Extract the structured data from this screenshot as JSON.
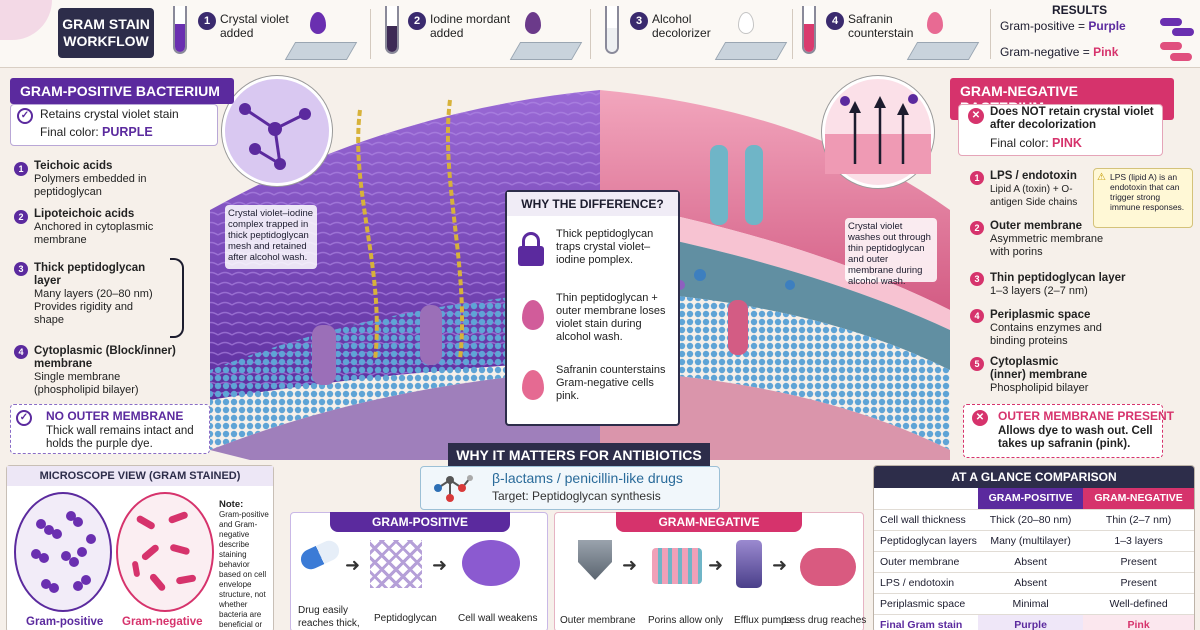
{
  "workflow": {
    "title": "GRAM STAIN WORKFLOW",
    "steps": [
      {
        "number": "1",
        "label": "Crystal violet added"
      },
      {
        "number": "2",
        "label": "Iodine mordant added"
      },
      {
        "number": "3",
        "label": "Alcohol decolorizer"
      },
      {
        "number": "4",
        "label": "Safranin counterstain"
      }
    ]
  },
  "results": {
    "title": "RESULTS",
    "positive_label": "Gram-positive =",
    "positive_value": "Purple",
    "negative_label": "Gram-negative =",
    "negative_value": "Pink"
  },
  "positive": {
    "title": "GRAM-POSITIVE BACTERIUM",
    "retains": "Retains crystal violet stain",
    "final_label": "Final color:",
    "final_value": "PURPLE",
    "callout": "Crystal violet–iodine complex trapped in thick peptidoglycan mesh and retained after alcohol wash.",
    "layers": [
      {
        "number": "1",
        "title": "Teichoic acids",
        "desc": "Polymers embedded in peptidoglycan"
      },
      {
        "number": "2",
        "title": "Lipoteichoic acids",
        "desc": "Anchored in cytoplasmic membrane"
      },
      {
        "number": "3",
        "title": "Thick peptidoglycan layer",
        "desc": "Many layers (20–80 nm) Provides rigidity and shape"
      },
      {
        "number": "4",
        "title": "Cytoplasmic (Block/inner) membrane",
        "desc": "Single membrane (phospholipid bilayer)"
      }
    ],
    "no_outer_title": "NO OUTER MEMBRANE",
    "no_outer_desc": "Thick wall remains intact and holds the purple dye."
  },
  "negative": {
    "title": "GRAM-NEGATIVE BACTERIUM",
    "retains": "Does NOT retain crystal violet after decolorization",
    "final_label": "Final color:",
    "final_value": "PINK",
    "callout": "Crystal violet washes out through thin peptidoglycan and outer membrane during alcohol wash.",
    "lps_note": "LPS (lipid A) is an endotoxin that can trigger strong immune responses.",
    "layers": [
      {
        "number": "1",
        "title": "LPS / endotoxin",
        "desc": "Lipid A (toxin) + O-antigen Side chains"
      },
      {
        "number": "2",
        "title": "Outer membrane",
        "desc": "Asymmetric membrane with porins"
      },
      {
        "number": "3",
        "title": "Thin peptidoglycan layer",
        "desc": "1–3 layers (2–7 nm)"
      },
      {
        "number": "4",
        "title": "Periplasmic space",
        "desc": "Contains enzymes and binding proteins"
      },
      {
        "number": "5",
        "title": "Cytoplasmic (inner) membrane",
        "desc": "Phospholipid bilayer"
      }
    ],
    "outer_title": "OUTER MEMBRANE PRESENT",
    "outer_desc": "Allows dye to wash out. Cell takes up safranin (pink)."
  },
  "why": {
    "title": "WHY THE DIFFERENCE?",
    "items": [
      "Thick peptidoglycan traps crystal violet–iodine pomplex.",
      "Thin peptidoglycan + outer membrane loses violet stain during alcohol wash.",
      "Safranin counterstains Gram-negative cells pink."
    ]
  },
  "microscope": {
    "title": "MICROSCOPE VIEW (GRAM STAINED)",
    "note_title": "Note:",
    "note": "Gram-positive and Gram-negative describe staining behavior based on cell envelope structure, not whether bacteria are beneficial or harmful.",
    "positive_caption": "Gram-positive",
    "negative_caption": "Gram-negative"
  },
  "antibiotics": {
    "title": "WHY IT MATTERS FOR ANTIBIOTICS",
    "drug": "β-lactams / penicillin-like drugs",
    "target": "Target: Peptidoglycan synthesis",
    "positive_title": "GRAM-POSITIVE",
    "positive_steps": [
      "Drug easily reaches thick,",
      "Peptidoglycan",
      "Cell wall weakens"
    ],
    "negative_title": "GRAM-NEGATIVE",
    "negative_steps": [
      "Outer membrane",
      "Porins allow only",
      "Efflux pumps",
      "Less drug reaches"
    ]
  },
  "comparison": {
    "title": "AT A GLANCE COMPARISON",
    "headers": [
      "",
      "GRAM-POSITIVE",
      "GRAM-NEGATIVE"
    ],
    "rows": [
      [
        "Cell wall thickness",
        "Thick (20–80 nm)",
        "Thin (2–7 nm)"
      ],
      [
        "Peptidoglycan layers",
        "Many (multilayer)",
        "1–3 layers"
      ],
      [
        "Outer membrane",
        "Absent",
        "Present"
      ],
      [
        "LPS / endotoxin",
        "Absent",
        "Present"
      ],
      [
        "Periplasmic space",
        "Minimal",
        "Well-defined"
      ],
      [
        "Final Gram stain",
        "Purple",
        "Pink"
      ]
    ]
  },
  "colors": {
    "purple": "#5b2a9e",
    "pink": "#d6336c",
    "dark": "#2d2d4a"
  }
}
